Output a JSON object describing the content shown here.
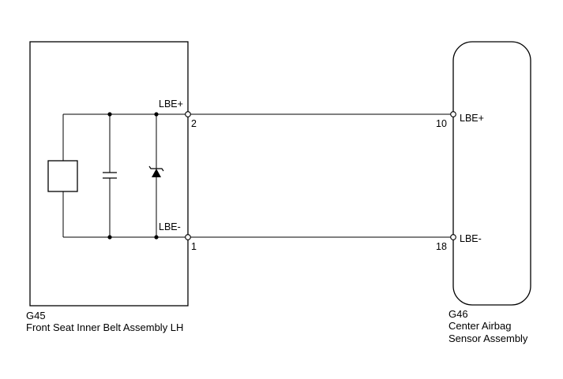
{
  "left_component": {
    "code": "G45",
    "name": "Front Seat Inner Belt Assembly LH",
    "pins": [
      {
        "signal": "LBE+",
        "number": "2"
      },
      {
        "signal": "LBE-",
        "number": "1"
      }
    ]
  },
  "right_component": {
    "code": "G46",
    "name_line1": "Center Airbag",
    "name_line2": "Sensor Assembly",
    "pins": [
      {
        "signal": "LBE+",
        "number": "10"
      },
      {
        "signal": "LBE-",
        "number": "18"
      }
    ]
  }
}
